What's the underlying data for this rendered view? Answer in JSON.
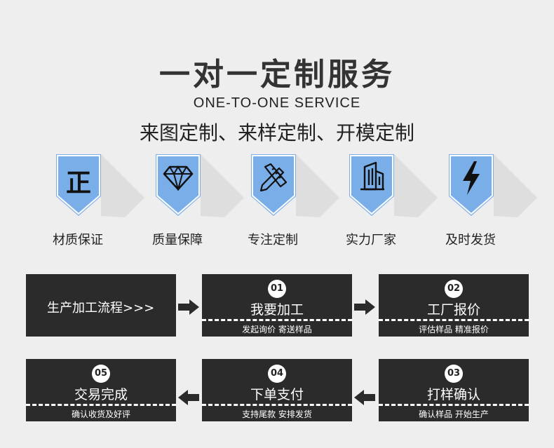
{
  "header": {
    "title": "一对一定制服务",
    "subtitle_en": "ONE-TO-ONE SERVICE",
    "subtitle_cn": "来图定制、来样定制、开模定制"
  },
  "colors": {
    "badge_blue": "#7aaee8",
    "dark_box": "#2b2b2b"
  },
  "badges": [
    {
      "icon": "zheng-character-icon",
      "glyph": "正",
      "label": "材质保证"
    },
    {
      "icon": "diamond-icon",
      "label": "质量保障"
    },
    {
      "icon": "pencil-ruler-icon",
      "label": "专注定制"
    },
    {
      "icon": "building-icon",
      "label": "实力厂家"
    },
    {
      "icon": "lightning-icon",
      "label": "及时发货"
    }
  ],
  "process": {
    "intro": "生产加工流程>>>",
    "steps": [
      {
        "num": "01",
        "title": "我要加工",
        "desc": "发起询价 寄送样品"
      },
      {
        "num": "02",
        "title": "工厂报价",
        "desc": "评估样品 精准报价"
      },
      {
        "num": "03",
        "title": "打样确认",
        "desc": "确认样品 开始生产"
      },
      {
        "num": "04",
        "title": "下单支付",
        "desc": "支持尾款 安排发货"
      },
      {
        "num": "05",
        "title": "交易完成",
        "desc": "确认收货及好评"
      }
    ]
  }
}
